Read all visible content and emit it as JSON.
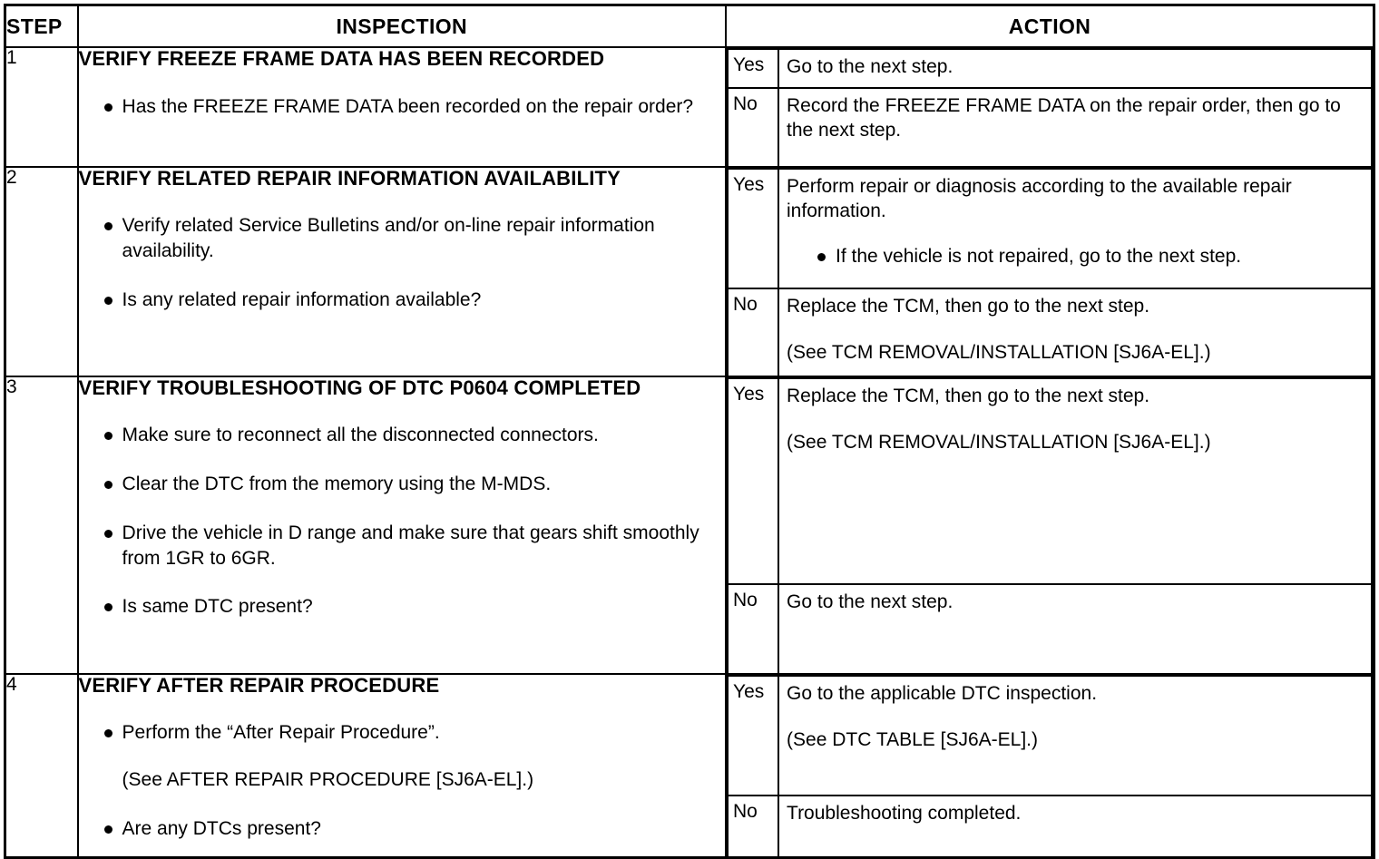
{
  "table": {
    "headers": {
      "step": "STEP",
      "inspection": "INSPECTION",
      "action": "ACTION"
    },
    "rows": [
      {
        "step": "1",
        "inspection": {
          "title": "VERIFY FREEZE FRAME DATA HAS BEEN RECORDED",
          "bullets": [
            "Has the FREEZE FRAME DATA been recorded on the repair order?"
          ]
        },
        "actions": [
          {
            "result": "Yes",
            "text": "Go to the next step."
          },
          {
            "result": "No",
            "text": "Record the FREEZE FRAME DATA on the repair order, then go to the next step."
          }
        ]
      },
      {
        "step": "2",
        "inspection": {
          "title": "VERIFY RELATED REPAIR INFORMATION AVAILABILITY",
          "bullets": [
            "Verify related Service Bulletins and/or on-line repair information availability.",
            "Is any related repair information available?"
          ]
        },
        "actions": [
          {
            "result": "Yes",
            "text": "Perform repair or diagnosis according to the available repair information.",
            "subbullets": [
              "If the vehicle is not repaired, go to the next step."
            ]
          },
          {
            "result": "No",
            "text": "Replace the TCM, then go to the next step.",
            "reference": "(See TCM REMOVAL/INSTALLATION [SJ6A-EL].)"
          }
        ]
      },
      {
        "step": "3",
        "inspection": {
          "title": "VERIFY TROUBLESHOOTING OF DTC P0604 COMPLETED",
          "bullets": [
            "Make sure to reconnect all the disconnected connectors.",
            "Clear the DTC from the memory using the M-MDS.",
            "Drive the vehicle in D range and make sure that gears shift smoothly from 1GR to 6GR.",
            "Is same DTC present?"
          ]
        },
        "actions": [
          {
            "result": "Yes",
            "text": "Replace the TCM, then go to the next step.",
            "reference": "(See TCM REMOVAL/INSTALLATION [SJ6A-EL].)"
          },
          {
            "result": "No",
            "text": "Go to the next step."
          }
        ]
      },
      {
        "step": "4",
        "inspection": {
          "title": "VERIFY AFTER REPAIR PROCEDURE",
          "bullets": [
            "Perform the “After Repair Procedure”."
          ],
          "bullet_continuation": "(See AFTER REPAIR PROCEDURE [SJ6A-EL].)",
          "bullets_after": [
            "Are any DTCs present?"
          ]
        },
        "actions": [
          {
            "result": "Yes",
            "text": "Go to the applicable DTC inspection.",
            "reference": "(See DTC TABLE [SJ6A-EL].)"
          },
          {
            "result": "No",
            "text": "Troubleshooting completed."
          }
        ]
      }
    ]
  }
}
